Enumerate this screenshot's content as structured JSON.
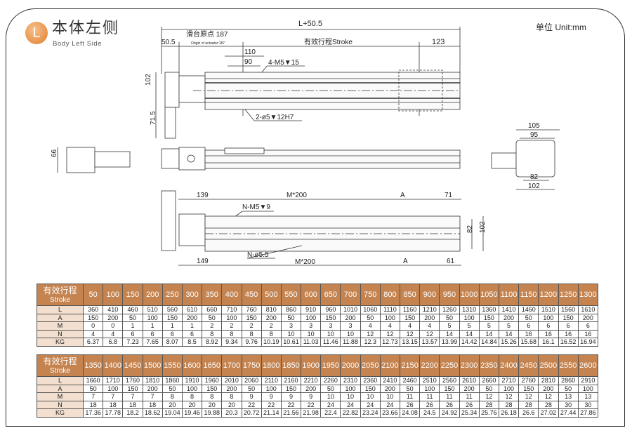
{
  "header": {
    "badge": "L",
    "title": "本体左侧",
    "subtitle": "Body Left Side",
    "unit": "单位 Unit:mm"
  },
  "drawing": {
    "top_view": {
      "overall": "L+50.5",
      "d50_5": "50.5",
      "origin_cn": "滑台原点 187",
      "origin_en": "Origin of actuator:187",
      "stroke": "有效行程Stroke",
      "d123": "123",
      "d110": "110",
      "d90": "90",
      "tap": "4-M5▼15",
      "pin": "2-ø5▼12H7",
      "h102": "102",
      "h71_5": "71.5"
    },
    "end_view_left": {
      "h66": "66"
    },
    "end_view_right": {
      "d105": "105",
      "d95": "95",
      "d82": "82",
      "d102": "102"
    },
    "bottom_view": {
      "d139": "139",
      "m200_top": "M*200",
      "a_top": "A",
      "d71": "71",
      "tap": "N-M5▼9",
      "hole": "N-ø5.5",
      "d149": "149",
      "m200_bot": "M*200",
      "a_bot": "A",
      "d61": "61",
      "h82": "82",
      "h102": "102"
    }
  },
  "tables": [
    {
      "header_cn": "有效行程",
      "header_en": "Stroke",
      "stroke": [
        "50",
        "100",
        "150",
        "200",
        "250",
        "300",
        "350",
        "400",
        "450",
        "500",
        "550",
        "600",
        "650",
        "700",
        "750",
        "800",
        "850",
        "900",
        "950",
        "1000",
        "1050",
        "1100",
        "1150",
        "1200",
        "1250",
        "1300"
      ],
      "rows": [
        {
          "label": "L",
          "values": [
            "360",
            "410",
            "460",
            "510",
            "560",
            "610",
            "660",
            "710",
            "760",
            "810",
            "860",
            "910",
            "960",
            "1010",
            "1060",
            "1110",
            "1160",
            "1210",
            "1260",
            "1310",
            "1360",
            "1410",
            "1460",
            "1510",
            "1560",
            "1610"
          ]
        },
        {
          "label": "A",
          "values": [
            "150",
            "200",
            "50",
            "100",
            "150",
            "200",
            "50",
            "100",
            "150",
            "200",
            "50",
            "100",
            "150",
            "200",
            "50",
            "100",
            "150",
            "200",
            "50",
            "100",
            "150",
            "200",
            "50",
            "100",
            "150",
            "200"
          ]
        },
        {
          "label": "M",
          "values": [
            "0",
            "0",
            "1",
            "1",
            "1",
            "1",
            "2",
            "2",
            "2",
            "2",
            "3",
            "3",
            "3",
            "3",
            "4",
            "4",
            "4",
            "4",
            "5",
            "5",
            "5",
            "5",
            "6",
            "6",
            "6",
            "6"
          ]
        },
        {
          "label": "N",
          "values": [
            "4",
            "4",
            "6",
            "6",
            "6",
            "6",
            "8",
            "8",
            "8",
            "8",
            "10",
            "10",
            "10",
            "10",
            "12",
            "12",
            "12",
            "12",
            "14",
            "14",
            "14",
            "14",
            "16",
            "16",
            "16",
            "16"
          ]
        },
        {
          "label": "KG",
          "values": [
            "6.37",
            "6.8",
            "7.23",
            "7.65",
            "8.07",
            "8.5",
            "8.92",
            "9.34",
            "9.76",
            "10.19",
            "10.61",
            "11.03",
            "11.46",
            "11.88",
            "12.3",
            "12.73",
            "13.15",
            "13.57",
            "13.99",
            "14.42",
            "14.84",
            "15.26",
            "15.68",
            "16.1",
            "16.52",
            "16.94"
          ]
        }
      ]
    },
    {
      "header_cn": "有效行程",
      "header_en": "Stroke",
      "stroke": [
        "1350",
        "1400",
        "1450",
        "1500",
        "1550",
        "1600",
        "1650",
        "1700",
        "1750",
        "1800",
        "1850",
        "1900",
        "1950",
        "2000",
        "2050",
        "2100",
        "2150",
        "2200",
        "2250",
        "2300",
        "2350",
        "2400",
        "2450",
        "2500",
        "2550",
        "2600"
      ],
      "rows": [
        {
          "label": "L",
          "values": [
            "1660",
            "1710",
            "1760",
            "1810",
            "1860",
            "1910",
            "1960",
            "2010",
            "2060",
            "2110",
            "2160",
            "2210",
            "2260",
            "2310",
            "2360",
            "2410",
            "2460",
            "2510",
            "2560",
            "2610",
            "2660",
            "2710",
            "2760",
            "2810",
            "2860",
            "2910"
          ]
        },
        {
          "label": "A",
          "values": [
            "50",
            "100",
            "150",
            "200",
            "50",
            "100",
            "150",
            "200",
            "50",
            "100",
            "150",
            "200",
            "50",
            "100",
            "150",
            "200",
            "50",
            "100",
            "150",
            "200",
            "50",
            "100",
            "150",
            "200",
            "50",
            "100"
          ]
        },
        {
          "label": "M",
          "values": [
            "7",
            "7",
            "7",
            "7",
            "8",
            "8",
            "8",
            "8",
            "9",
            "9",
            "9",
            "9",
            "10",
            "10",
            "10",
            "10",
            "11",
            "11",
            "11",
            "11",
            "12",
            "12",
            "12",
            "12",
            "13",
            "13"
          ]
        },
        {
          "label": "N",
          "values": [
            "18",
            "18",
            "18",
            "18",
            "20",
            "20",
            "20",
            "20",
            "22",
            "22",
            "22",
            "22",
            "24",
            "24",
            "24",
            "24",
            "26",
            "26",
            "26",
            "26",
            "28",
            "28",
            "28",
            "28",
            "30",
            "30"
          ]
        },
        {
          "label": "KG",
          "values": [
            "17.36",
            "17.78",
            "18.2",
            "18.62",
            "19.04",
            "19.46",
            "19.88",
            "20.3",
            "20.72",
            "21.14",
            "21.56",
            "21.98",
            "22.4",
            "22.82",
            "23.24",
            "23.66",
            "24.08",
            "24.5",
            "24.92",
            "25.34",
            "25.76",
            "26.18",
            "26.6",
            "27.02",
            "27.44",
            "27.86"
          ]
        }
      ]
    }
  ]
}
